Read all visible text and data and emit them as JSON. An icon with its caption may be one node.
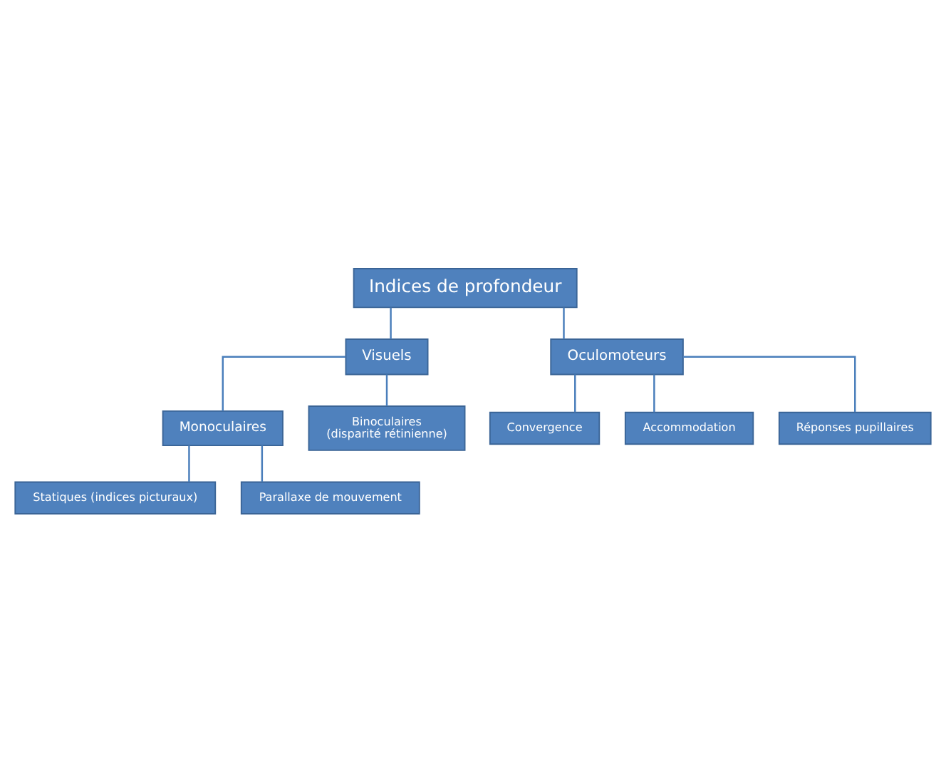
{
  "diagram": {
    "nodes": [
      {
        "text": [
          "Indices de profondeur"
        ]
      },
      {
        "text": [
          "Visuels"
        ]
      },
      {
        "text": [
          "Oculomoteurs"
        ]
      },
      {
        "text": [
          "Monoculaires"
        ]
      },
      {
        "text": [
          "Binoculaires",
          "(disparité rétinienne)"
        ]
      },
      {
        "text": [
          "Statiques (indices picturaux)"
        ]
      },
      {
        "text": [
          "Parallaxe de mouvement"
        ]
      },
      {
        "text": [
          "Convergence"
        ]
      },
      {
        "text": [
          "Accommodation"
        ]
      },
      {
        "text": [
          "Réponses pupillaires"
        ]
      }
    ],
    "edges": [
      {
        "from": 0,
        "to": 1,
        "arrow": "none"
      },
      {
        "from": 0,
        "to": 2,
        "arrow": "none"
      },
      {
        "from": 1,
        "to": 3,
        "arrow": "none"
      },
      {
        "from": 1,
        "to": 4,
        "arrow": "none"
      },
      {
        "from": 3,
        "to": 5,
        "arrow": "none"
      },
      {
        "from": 3,
        "to": 6,
        "arrow": "none"
      },
      {
        "from": 2,
        "to": 7,
        "arrow": "none"
      },
      {
        "from": 2,
        "to": 8,
        "arrow": "none"
      },
      {
        "from": 2,
        "to": 9,
        "arrow": "none"
      }
    ]
  }
}
